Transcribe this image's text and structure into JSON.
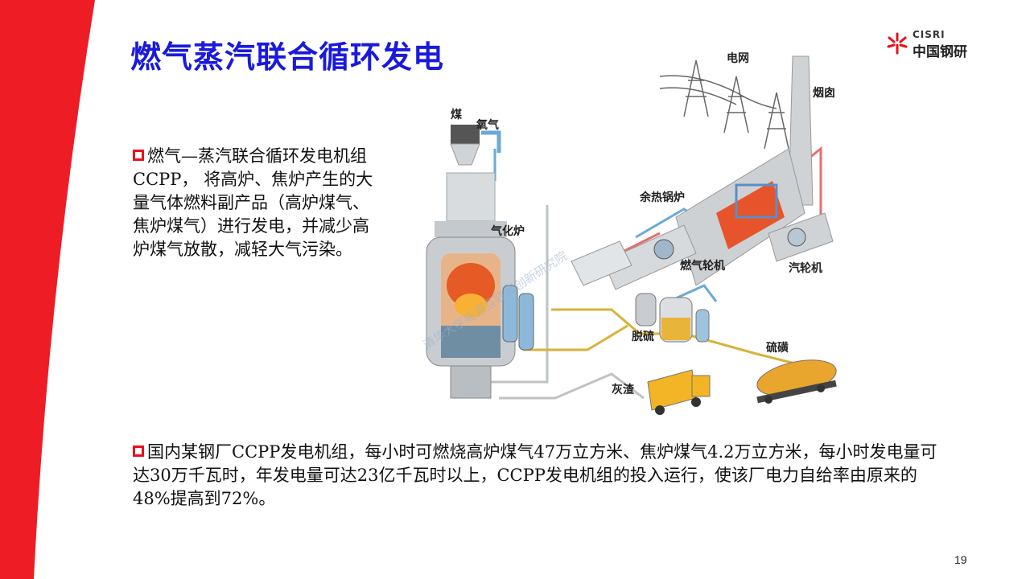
{
  "title": "燃气蒸汽联合循环发电",
  "logo": {
    "en": "CISRI",
    "cn": "中国钢研"
  },
  "paragraph1": "燃气—蒸汽联合循环发电机组CCPP， 将高炉、焦炉产生的大量气体燃料副产品（高炉煤气、焦炉煤气）进行发电，并减少高炉煤气放散，减轻大气污染。",
  "paragraph2": "国内某钢厂CCPP发电机组，每小时可燃烧高炉煤气47万立方米、焦炉煤气4.2万立方米，每小时发电量可达30万千瓦时，年发电量可达23亿千瓦时以上，CCPP发电机组的投入运行，使该厂电力自给率由原来的48%提高到72%。",
  "diagram_labels": {
    "coal": "煤",
    "oxygen": "氧气",
    "grid": "电网",
    "chimney": "烟囱",
    "waste_heat_boiler": "余热锅炉",
    "gasifier": "气化炉",
    "gas_turbine": "燃气轮机",
    "steam_turbine": "汽轮机",
    "desulfurization": "脱硫",
    "sulfur": "硫磺",
    "ash": "灰渣"
  },
  "watermark": "清华大学能源互联网创新研究院",
  "page_number": "19",
  "colors": {
    "accent_red": "#e8101a",
    "title_blue": "#1a1adc"
  }
}
